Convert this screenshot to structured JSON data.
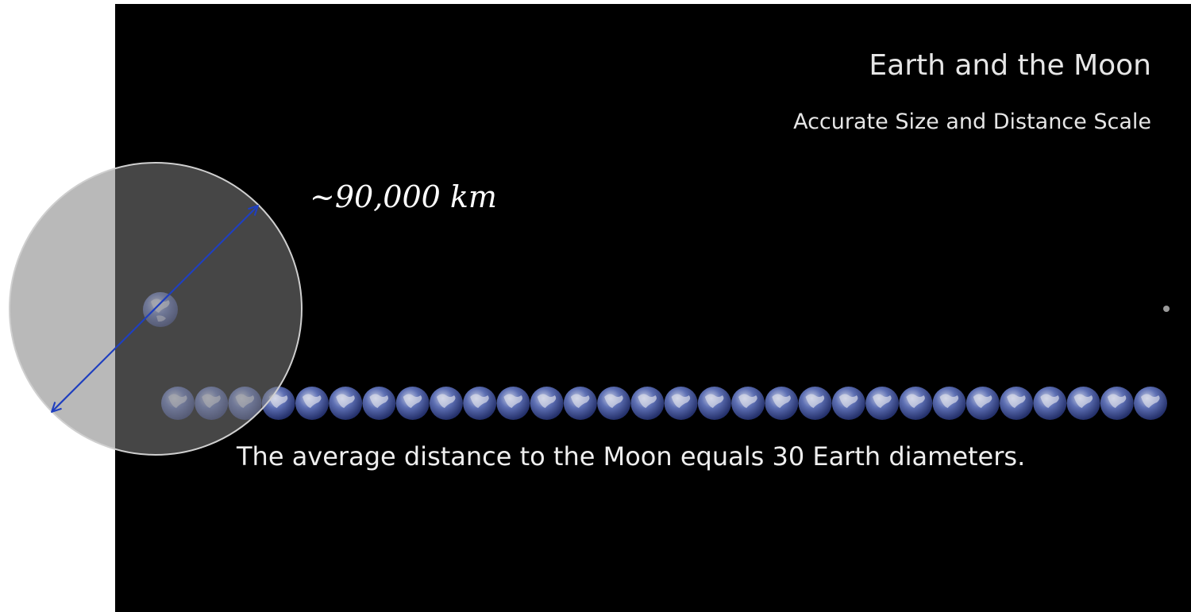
{
  "diagram": {
    "title": "Earth and the Moon",
    "subtitle": "Accurate Size and Distance Scale",
    "caption": "The average distance to the Moon equals 30 Earth diameters.",
    "annotation": "~90,000 km",
    "earth_count_in_row": 30
  },
  "colors": {
    "background": "#000000",
    "page": "#ffffff",
    "text": "#e6e6e6",
    "arrow": "#1f3fbf",
    "circle_outline": "#cfcfcf",
    "circle_fill": "#808080",
    "earth_ocean": "#3b4f9a",
    "earth_cloud": "#d8dbe8",
    "moon": "#9a9a9a"
  }
}
